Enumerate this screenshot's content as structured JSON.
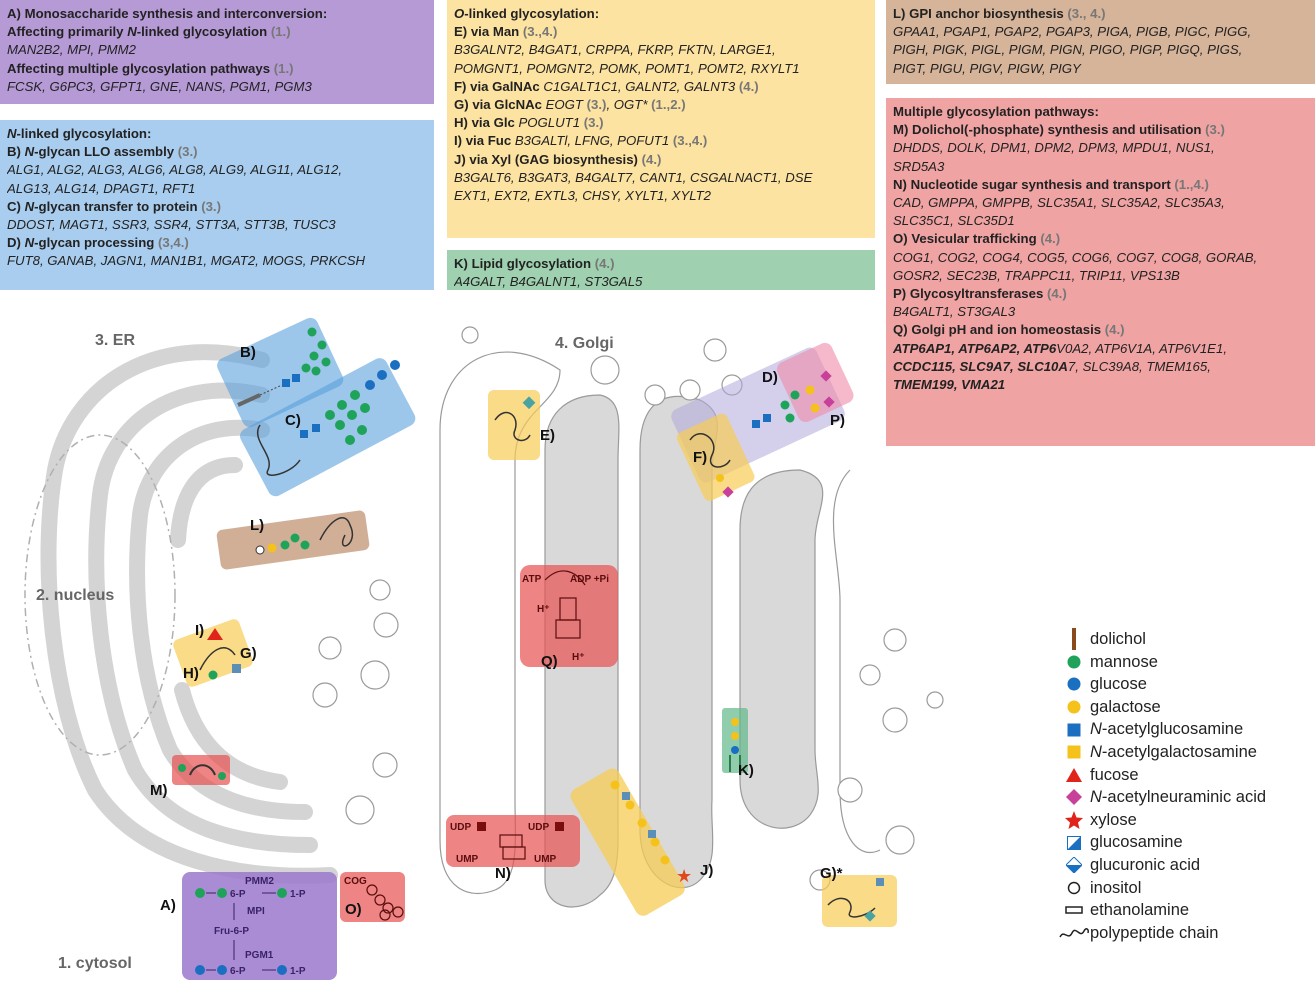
{
  "boxes": {
    "a": {
      "title": "A) Monosaccharide synthesis and interconversion:",
      "sub1": "Affecting primarily ",
      "sub1_em": "N",
      "sub1_rest": "-linked glycosylation ",
      "sub1_ref": "(1.)",
      "genes1": "MAN2B2, MPI, PMM2",
      "sub2": "Affecting multiple glycosylation pathways ",
      "sub2_ref": "(1.)",
      "genes2": "FCSK, G6PC3, GFPT1, GNE, NANS, PGM1, PGM3"
    },
    "n": {
      "title_em": "N",
      "title": "-linked glycosylation:",
      "b_pre": "B) ",
      "b_em": "N",
      "b_title": "-glycan LLO assembly ",
      "b_ref": "(3.)",
      "b_genes1": "ALG1, ALG2, ALG3, ALG6, ALG8, ALG9, ALG11, ALG12,",
      "b_genes2": "ALG13, ALG14, DPAGT1, RFT1",
      "c_pre": "C) ",
      "c_em": "N",
      "c_title": "-glycan transfer to protein ",
      "c_ref": "(3.)",
      "c_genes": "DDOST, MAGT1, SSR3, SSR4, STT3A, STT3B, TUSC3",
      "d_pre": "D) ",
      "d_em": "N",
      "d_title": "-glycan processing ",
      "d_ref": "(3,4.)",
      "d_genes": "FUT8, GANAB, JAGN1, MAN1B1, MGAT2, MOGS, PRKCSH"
    },
    "o": {
      "title_em": "O",
      "title": "-linked glycosylation:",
      "e_title": "E) via Man ",
      "e_ref": "(3.,4.)",
      "e_genes1": "B3GALNT2, B4GAT1, CRPPA, FKRP, FKTN, LARGE1,",
      "e_genes2": "POMGNT1, POMGNT2, POMK, POMT1, POMT2, RXYLT1",
      "f_title": "F) via GalNAc ",
      "f_genes": "C1GALT1C1, GALNT2, GALNT3 ",
      "f_ref": "(4.)",
      "g_title": "G) via GlcNAc ",
      "g_genes": "EOGT ",
      "g_ref": "(3.)",
      "g_genes2": ", OGT* ",
      "g_ref2": "(1.,2.)",
      "h_title": "H) via Glc ",
      "h_genes": "POGLUT1 ",
      "h_ref": "(3.)",
      "i_title": "I) via Fuc ",
      "i_genes": "B3GALTl, LFNG, POFUT1 ",
      "i_ref": "(3.,4.)",
      "j_title": "J) via Xyl (GAG biosynthesis) ",
      "j_ref": "(4.)",
      "j_genes1": "B3GALT6, B3GAT3, B4GALT7, CANT1, CSGALNACT1, DSE",
      "j_genes2": "EXT1, EXT2, EXTL3, CHSY, XYLT1, XYLT2"
    },
    "k": {
      "title": "K) Lipid glycosylation ",
      "ref": "(4.)",
      "genes": "A4GALT, B4GALNT1, ST3GAL5"
    },
    "l": {
      "title": "L) GPI anchor biosynthesis ",
      "ref": "(3., 4.)",
      "genes1": "GPAA1, PGAP1, PGAP2, PGAP3, PIGA, PIGB, PIGC, PIGG,",
      "genes2": "PIGH, PIGK, PIGL, PIGM, PIGN, PIGO, PIGP, PIGQ, PIGS,",
      "genes3": "PIGT, PIGU, PIGV, PIGW, PIGY"
    },
    "m": {
      "title": "Multiple glycosylation pathways:",
      "m_title": "M) Dolichol(-phosphate) synthesis and utilisation ",
      "m_ref": "(3.)",
      "m_genes1": "DHDDS, DOLK, DPM1, DPM2, DPM3, MPDU1, NUS1,",
      "m_genes2": "SRD5A3",
      "n_title": "N) Nucleotide sugar synthesis and transport ",
      "n_ref": "(1.,4.)",
      "n_genes1": "CAD, GMPPA, GMPPB, SLC35A1, SLC35A2, SLC35A3,",
      "n_genes2": "SLC35C1, SLC35D1",
      "o_title": "O) Vesicular trafficking ",
      "o_ref": "(4.)",
      "o_genes1": "COG1, COG2, COG4, COG5, COG6, COG7, COG8, GORAB,",
      "o_genes2": "GOSR2, SEC23B, TRAPPC11, TRIP11, VPS13B",
      "p_title": "P) Glycosyltransferases ",
      "p_ref": "(4.)",
      "p_genes": "B4GALT1, ST3GAL3",
      "q_title": "Q) Golgi pH and ion homeostasis ",
      "q_ref": "(4.)",
      "q_l1_b": "ATP6AP1, ATP6AP2, ATP6",
      "q_l1_r": "V0A2, ATP6V1A, ATP6V1E1,",
      "q_l2_b": "CCDC115, SLC9A7, SLC10A",
      "q_l2_r": "7, SLC39A8, TMEM165,",
      "q_l3_b": "TMEM199, VMA21"
    }
  },
  "regions": {
    "cytosol": "1. cytosol",
    "nucleus": "2. nucleus",
    "er": "3. ER",
    "golgi": "4. Golgi"
  },
  "markers": {
    "A": "A)",
    "B": "B)",
    "C": "C)",
    "D": "D)",
    "E": "E)",
    "F": "F)",
    "G": "G)",
    "Gstar": "G)*",
    "H": "H)",
    "I": "I)",
    "J": "J)",
    "K": "K)",
    "L": "L)",
    "M": "M)",
    "N": "N)",
    "O": "O)",
    "P": "P)",
    "Q": "Q)"
  },
  "pathway": {
    "pmm2": "PMM2",
    "mpi": "MPI",
    "pgm1": "PGM1",
    "six_p": "6-P",
    "one_p": "1-P",
    "fru6p": "Fru-6-P",
    "cog": "COG",
    "udp": "UDP",
    "ump": "UMP",
    "atp": "ATP",
    "adp": "ADP +Pi",
    "h": "H⁺"
  },
  "legend": [
    {
      "icon": "dolichol-icon",
      "label": "dolichol"
    },
    {
      "icon": "mannose-icon",
      "label": "mannose"
    },
    {
      "icon": "glucose-icon",
      "label": "glucose"
    },
    {
      "icon": "galactose-icon",
      "label": "galactose"
    },
    {
      "icon": "glcnac-icon",
      "label_em": "N",
      "label": "-acetylglucosamine"
    },
    {
      "icon": "galnac-icon",
      "label_em": "N",
      "label": "-acetylgalactosamine"
    },
    {
      "icon": "fucose-icon",
      "label": "fucose"
    },
    {
      "icon": "neu5ac-icon",
      "label_em": "N",
      "label": "-acetylneuraminic acid"
    },
    {
      "icon": "xylose-icon",
      "label": "xylose"
    },
    {
      "icon": "glucosamine-icon",
      "label": "glucosamine"
    },
    {
      "icon": "glucuronic-acid-icon",
      "label": "glucuronic acid"
    },
    {
      "icon": "inositol-icon",
      "label": "inositol"
    },
    {
      "icon": "ethanolamine-icon",
      "label": "ethanolamine"
    },
    {
      "icon": "polypeptide-icon",
      "label": "polypeptide chain"
    }
  ],
  "colors": {
    "mannose": "#1fa35a",
    "glucose": "#1b6fc0",
    "galactose": "#f4c21a",
    "glcnac": "#1b6fc0",
    "galnac": "#f4c21a",
    "fucose": "#e0241b",
    "neu5ac": "#c8409a",
    "xylose": "#e04a1b",
    "dolichol": "#8a4b1c"
  }
}
